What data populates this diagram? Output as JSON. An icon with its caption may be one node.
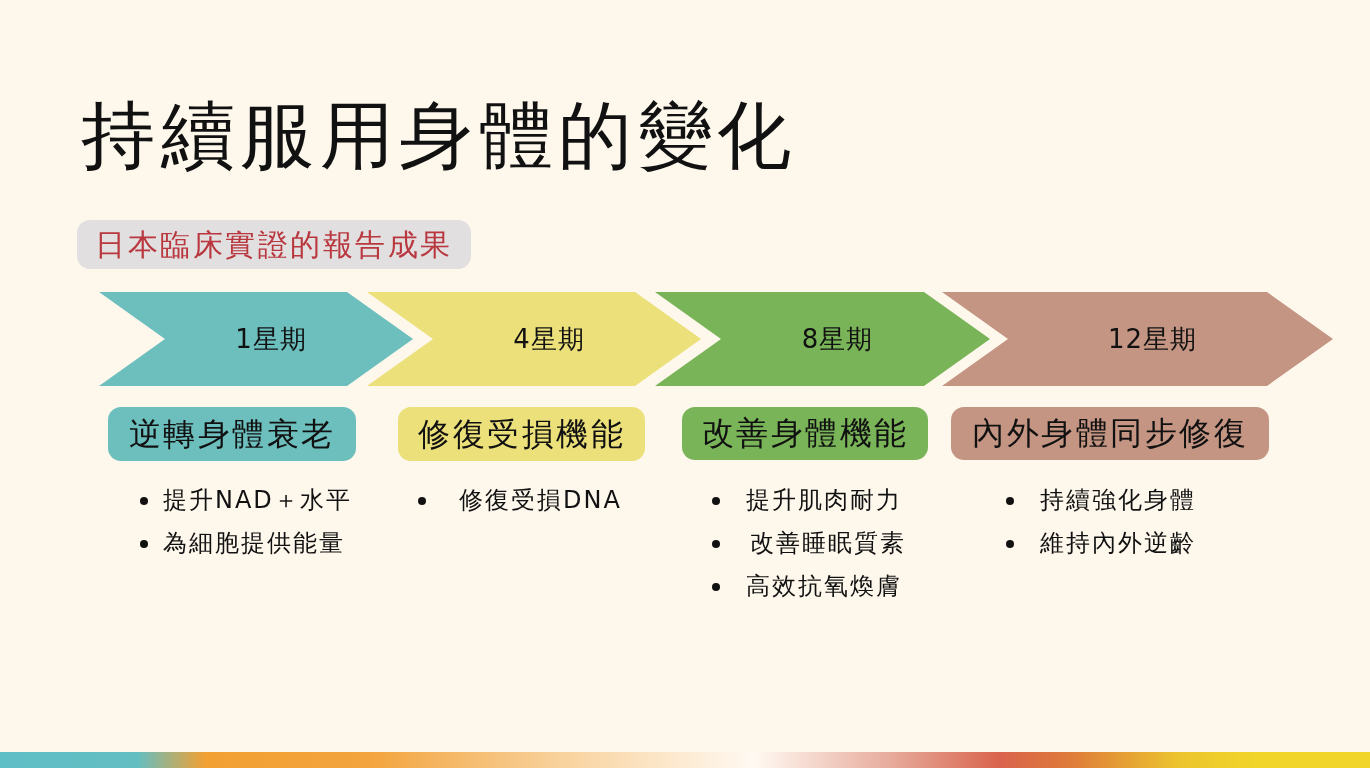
{
  "diagram": {
    "title": "持續服用身體的變化",
    "nodes": [
      {
        "text": [
          "日本臨床實證的報告成果"
        ]
      },
      {
        "text": [
          "1星期"
        ]
      },
      {
        "text": [
          "4星期"
        ]
      },
      {
        "text": [
          "8星期"
        ]
      },
      {
        "text": [
          "12星期"
        ]
      },
      {
        "text": [
          "逆轉身體衰老"
        ]
      },
      {
        "text": [
          "修復受損機能"
        ]
      },
      {
        "text": [
          "改善身體機能"
        ]
      },
      {
        "text": [
          "內外身體同步修復"
        ]
      },
      {
        "text": [],
        "shape": "bar"
      }
    ],
    "labels": [
      "提升NAD＋水平",
      "為細胞提供能量",
      "修復受損DNA",
      "提升肌肉耐力",
      "改善睡眠質素",
      "高效抗氧煥膚",
      "持續強化身體",
      "維持內外逆齡"
    ]
  }
}
